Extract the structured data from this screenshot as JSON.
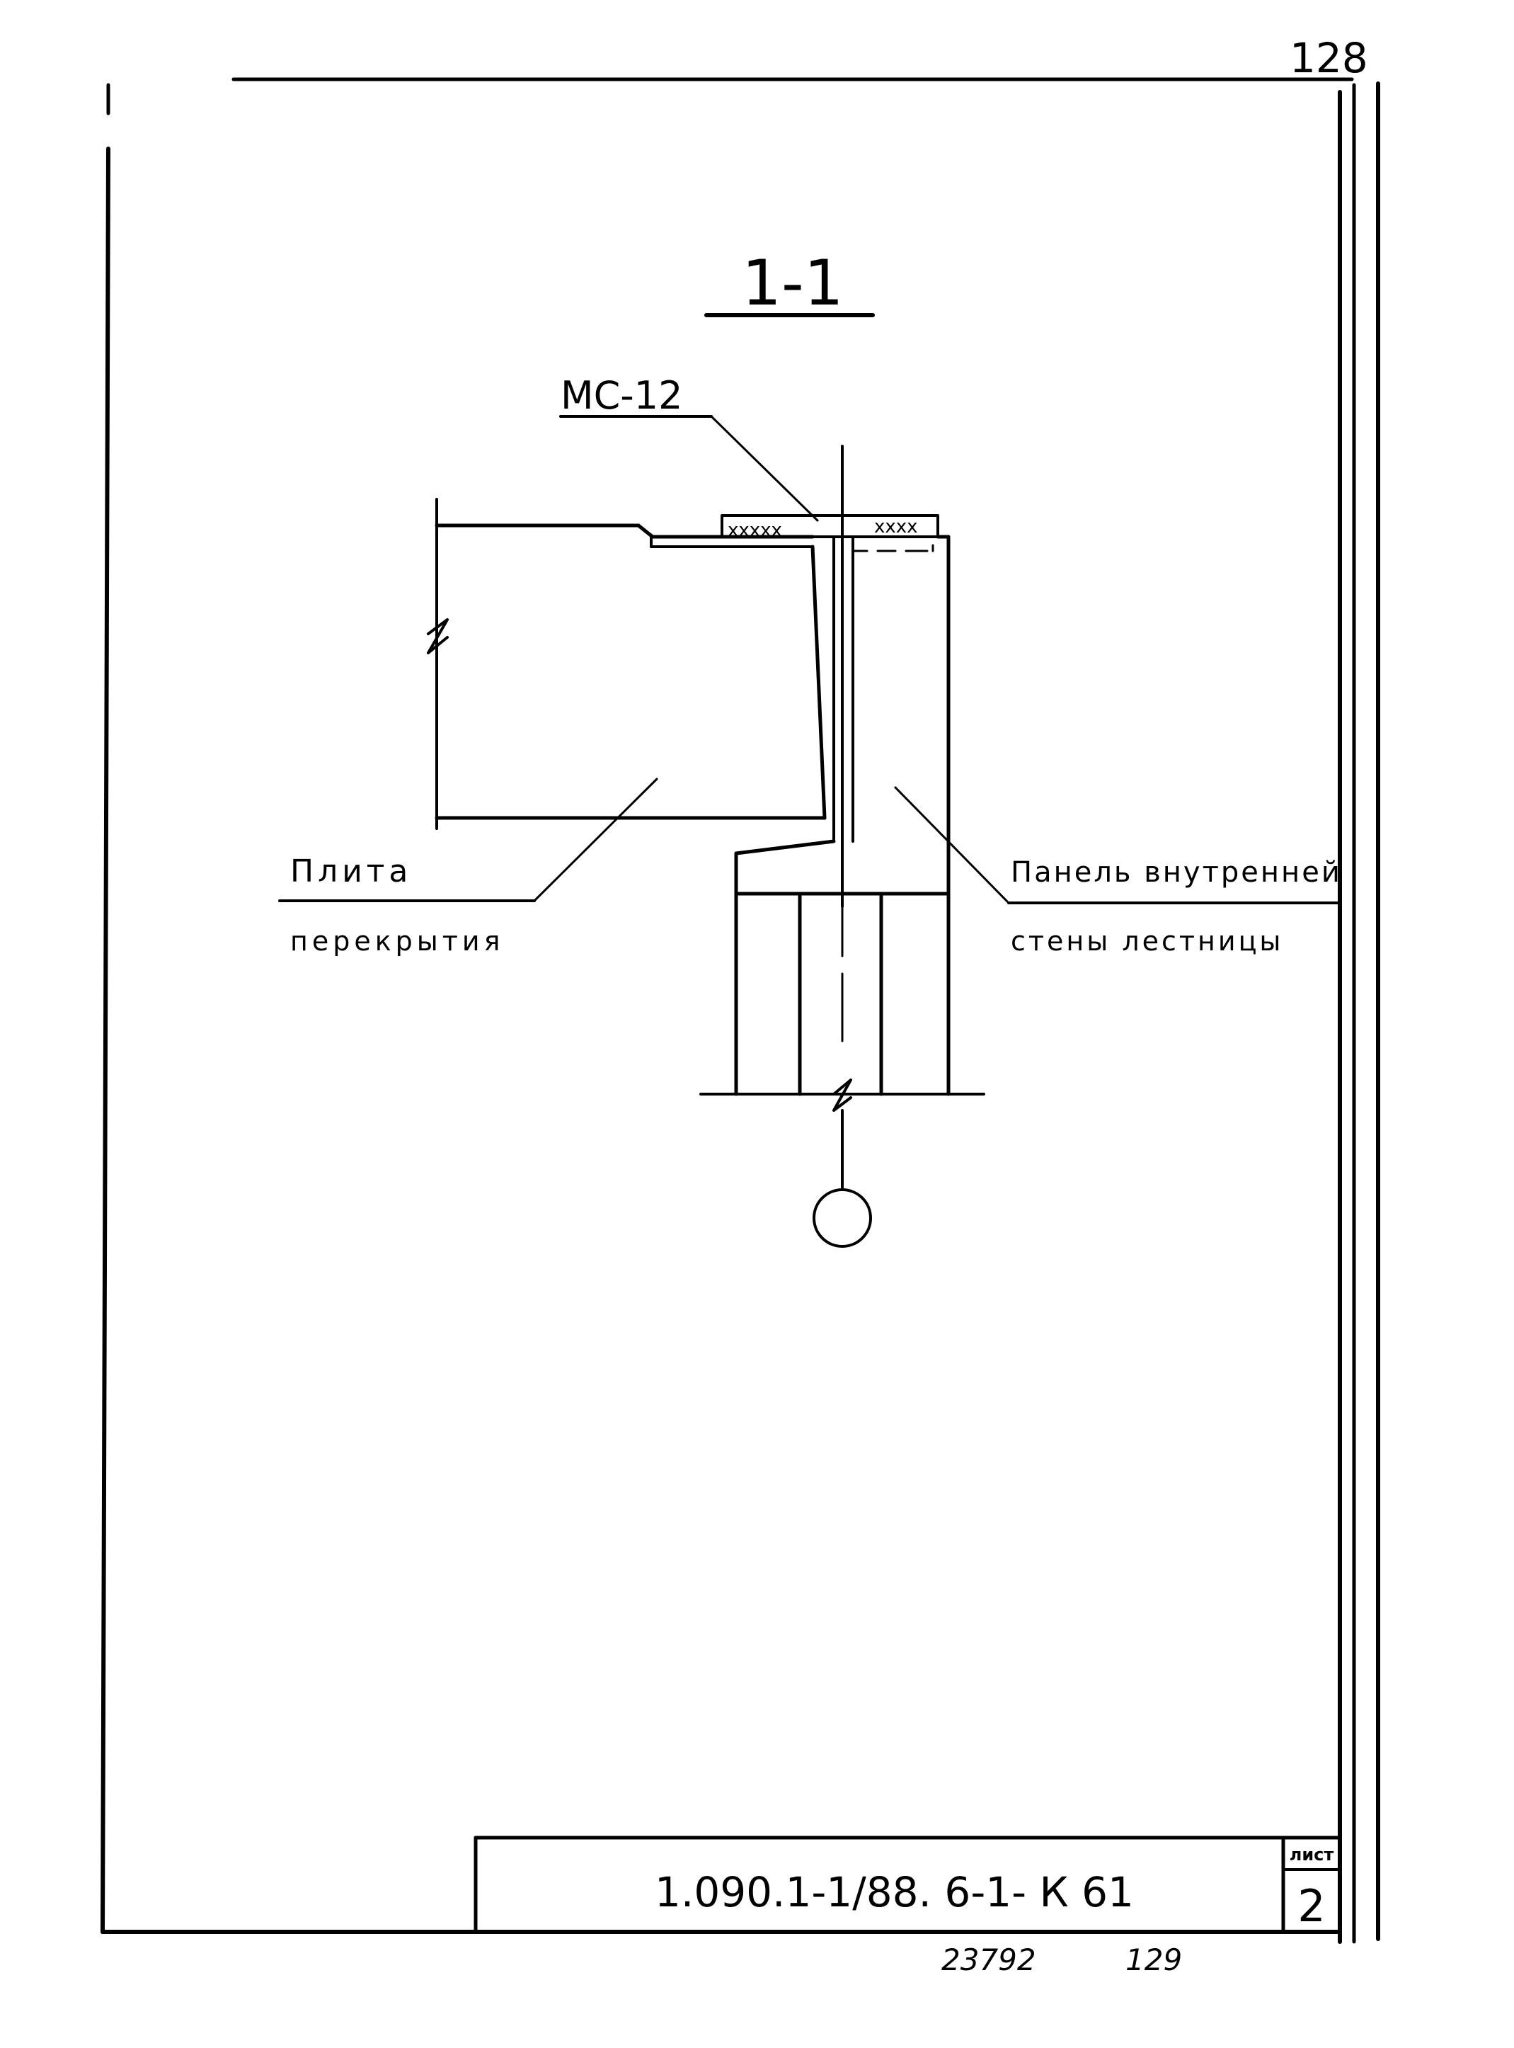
{
  "page_number": "128",
  "section": {
    "title": "1-1"
  },
  "labels": {
    "mark": "МС-12",
    "slab_line1": "Плита",
    "slab_line2": "перекрытия",
    "panel_line1": "Панель внутренней",
    "panel_line2": "стены лестницы",
    "hatch_left": "xxxxx",
    "hatch_right": "xxxx"
  },
  "title_block": {
    "code": "1.090.1-1/88. 6-1- К 61",
    "sheet_label": "лист",
    "sheet_number": "2"
  },
  "footer": {
    "archive_number": "23792",
    "page": "129"
  }
}
